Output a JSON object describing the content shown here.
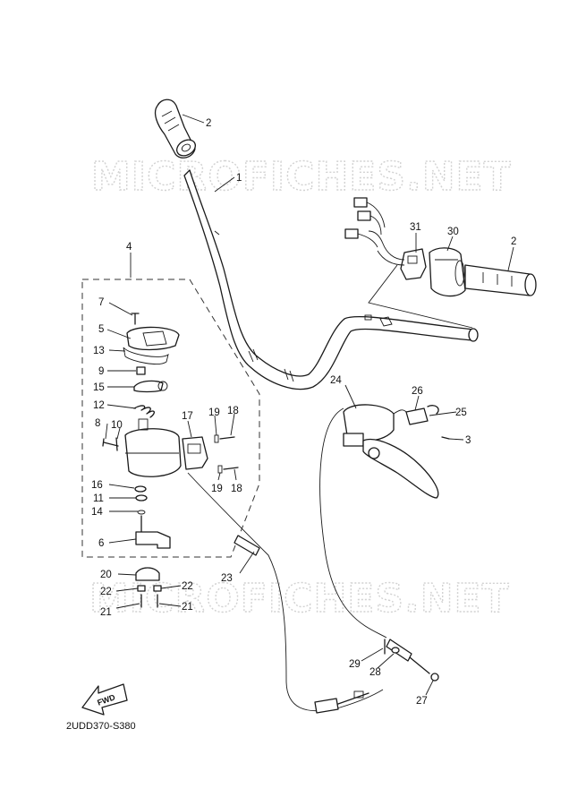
{
  "watermark": "MICROFICHES.NET",
  "diagram_code": "2UDD370-S380",
  "fwd_label": "FWD",
  "callouts": [
    {
      "id": "c2a",
      "text": "2"
    },
    {
      "id": "c1",
      "text": "1"
    },
    {
      "id": "c4",
      "text": "4"
    },
    {
      "id": "c31",
      "text": "31"
    },
    {
      "id": "c30",
      "text": "30"
    },
    {
      "id": "c2b",
      "text": "2"
    },
    {
      "id": "c7",
      "text": "7"
    },
    {
      "id": "c5",
      "text": "5"
    },
    {
      "id": "c13",
      "text": "13"
    },
    {
      "id": "c9",
      "text": "9"
    },
    {
      "id": "c15",
      "text": "15"
    },
    {
      "id": "c12",
      "text": "12"
    },
    {
      "id": "c8",
      "text": "8"
    },
    {
      "id": "c10",
      "text": "10"
    },
    {
      "id": "c17",
      "text": "17"
    },
    {
      "id": "c19a",
      "text": "19"
    },
    {
      "id": "c18a",
      "text": "18"
    },
    {
      "id": "c16",
      "text": "16"
    },
    {
      "id": "c11",
      "text": "11"
    },
    {
      "id": "c14",
      "text": "14"
    },
    {
      "id": "c19b",
      "text": "19"
    },
    {
      "id": "c18b",
      "text": "18"
    },
    {
      "id": "c6",
      "text": "6"
    },
    {
      "id": "c24",
      "text": "24"
    },
    {
      "id": "c26",
      "text": "26"
    },
    {
      "id": "c25",
      "text": "25"
    },
    {
      "id": "c3",
      "text": "3"
    },
    {
      "id": "c23",
      "text": "23"
    },
    {
      "id": "c20",
      "text": "20"
    },
    {
      "id": "c22a",
      "text": "22"
    },
    {
      "id": "c22b",
      "text": "22"
    },
    {
      "id": "c21a",
      "text": "21"
    },
    {
      "id": "c21b",
      "text": "21"
    },
    {
      "id": "c29",
      "text": "29"
    },
    {
      "id": "c28",
      "text": "28"
    },
    {
      "id": "c27",
      "text": "27"
    }
  ]
}
